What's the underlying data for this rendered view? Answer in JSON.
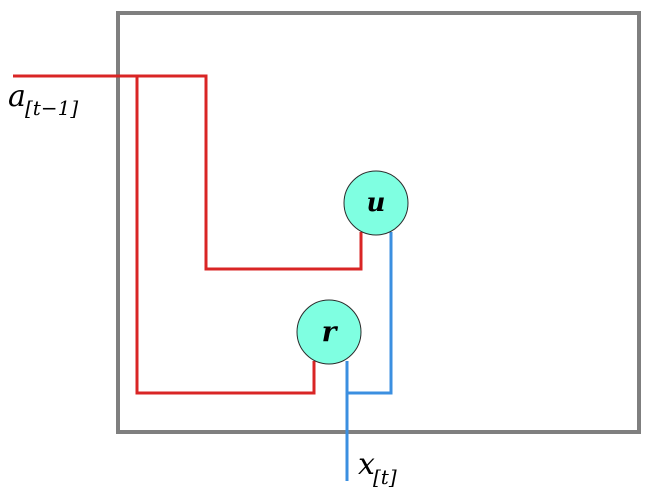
{
  "colors": {
    "frame": "#7f7f7f",
    "red_wire": "#d92525",
    "blue_wire": "#3b8fe0",
    "node_fill": "#7fffe1",
    "node_stroke": "#2b2b2b",
    "background": "#ffffff"
  },
  "labels": {
    "prev_activation": {
      "main": "a",
      "sub": "[t−1]"
    },
    "input": {
      "main": "x",
      "sub": "[t]"
    }
  },
  "nodes": {
    "update_gate": {
      "label": "u"
    },
    "reset_gate": {
      "label": "r"
    }
  }
}
